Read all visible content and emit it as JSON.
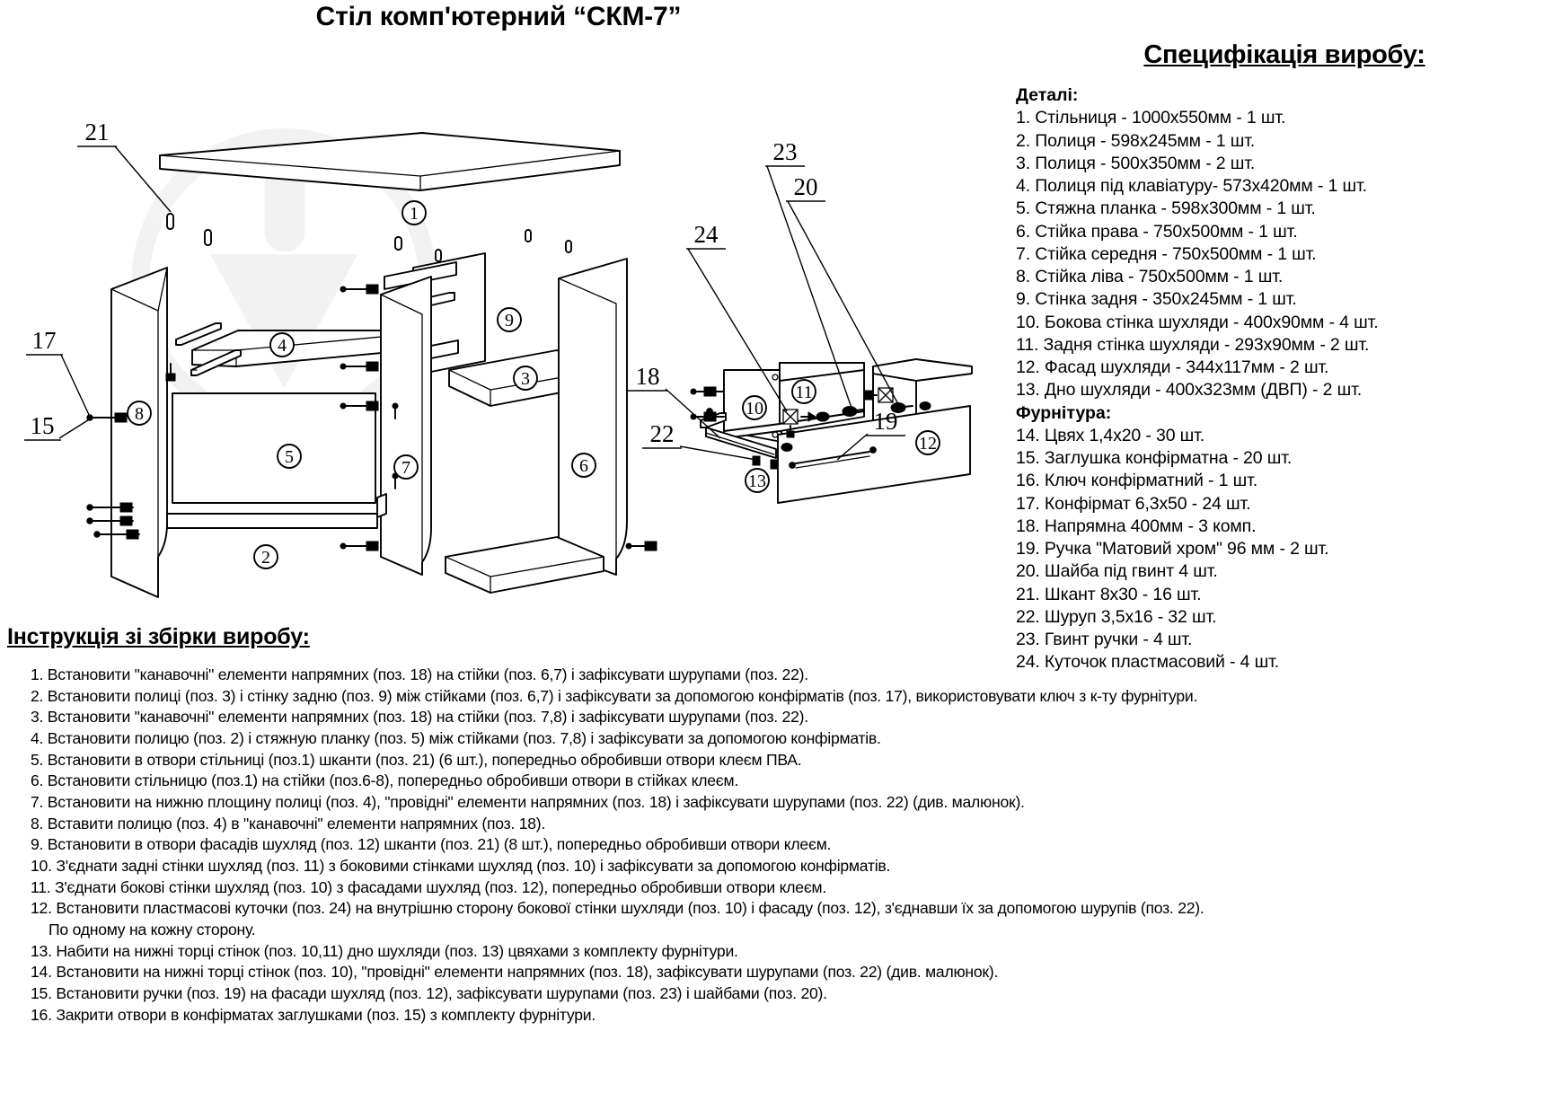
{
  "title": "Стіл комп'ютерний “СКМ-7”",
  "spec": {
    "heading": "Специфікація виробу:",
    "parts_heading": "Деталі:",
    "parts": [
      "1. Стільниця - 1000х550мм - 1 шт.",
      "2. Полиця - 598х245мм - 1 шт.",
      "3. Полиця - 500х350мм - 2 шт.",
      "4. Полиця під клавіатуру- 573х420мм - 1 шт.",
      "5. Стяжна планка - 598х300мм - 1 шт.",
      "6. Стійка права - 750х500мм - 1 шт.",
      "7. Стійка середня - 750х500мм - 1 шт.",
      "8. Стійка ліва - 750х500мм - 1 шт.",
      "9. Стінка задня - 350х245мм - 1 шт.",
      "10. Бокова стінка шухляди - 400х90мм - 4 шт.",
      "11. Задня стінка шухляди - 293х90мм - 2 шт.",
      "12. Фасад шухляди - 344х117мм - 2 шт.",
      "13. Дно шухляди - 400х323мм (ДВП) - 2 шт."
    ],
    "hardware_heading": "Фурнітура:",
    "hardware": [
      "14. Цвях 1,4х20 - 30 шт.",
      "15. Заглушка конфірматна - 20 шт.",
      "16. Ключ конфірматний - 1 шт.",
      "17. Конфірмат 6,3х50 - 24 шт.",
      "18. Напрямна 400мм - 3 комп.",
      "19. Ручка \"Матовий хром\" 96 мм - 2 шт.",
      "20. Шайба під гвинт 4 шт.",
      "21. Шкант 8х30 - 16 шт.",
      "22. Шуруп 3,5х16 - 32 шт.",
      "23. Гвинт ручки - 4 шт.",
      "24. Куточок пластмасовий - 4 шт."
    ]
  },
  "instructions": {
    "heading": "Інструкція зі збірки виробу:",
    "steps": [
      "1. Встановити \"канавочні\" елементи напрямних (поз. 18) на стійки (поз. 6,7) і зафіксувати шурупами (поз. 22).",
      "2. Встановити полиці (поз. 3) і стінку задню (поз. 9) між стійками (поз. 6,7) і зафіксувати за допомогою конфірматів (поз. 17), використовувати ключ з к-ту фурнітури.",
      "3. Встановити \"канавочні\" елементи напрямних (поз. 18) на стійки (поз. 7,8) і зафіксувати шурупами (поз. 22).",
      "4. Встановити полицю (поз. 2) і стяжную планку (поз. 5) між стійками (поз. 7,8) і зафіксувати за допомогою конфірматів.",
      "5. Встановити в отвори стільниці (поз.1) шканти (поз. 21) (6 шт.), попередньо обробивши отвори клеєм ПВА.",
      "6. Встановити стільницю (поз.1) на стійки (поз.6-8), попередньо обробивши отвори в стійках клеєм.",
      "7. Встановити на нижню площину полиці (поз. 4), \"провідні\" елементи напрямних (поз. 18) і зафіксувати шурупами (поз. 22) (див. малюнок).",
      "8. Вставити полицю (поз. 4) в \"канавочні\" елементи напрямних (поз. 18).",
      "9. Встановити в отвори фасадів шухляд (поз. 12) шканти (поз. 21) (8 шт.), попередньо обробивши отвори клеєм.",
      "10. З'єднати задні стінки шухляд (поз. 11) з боковими стінками шухляд (поз. 10) і зафіксувати за допомогою конфірматів.",
      "11. З'єднати бокові стінки шухляд (поз. 10) з фасадами шухляд (поз. 12), попередньо обробивши отвори клеєм.",
      "12. Встановити пластмасові куточки (поз. 24) на внутрішню сторону бокової стінки шухляди (поз. 10) і фасаду (поз. 12), з'єднавши їх за допомогою шурупів (поз. 22).",
      "По одному на кожну сторону.",
      "13. Набити на нижні торці стінок (поз. 10,11) дно шухляди (поз. 13) цвяхами з комплекту фурнітури.",
      "14. Встановити на нижні торці стінок (поз. 10), \"провідні\" елементи напрямних (поз. 18), зафіксувати шурупами (поз. 22) (див. малюнок).",
      "15. Встановити ручки (поз. 19) на фасади шухляд (поз. 12), зафіксувати шурупами (поз. 23) і шайбами (поз. 20).",
      "16. Закрити отвори в конфірматах заглушками (поз. 15) з комплекту фурнітури."
    ]
  },
  "drawing": {
    "balloon_callouts": [
      "1",
      "4",
      "9",
      "3",
      "8",
      "5",
      "7",
      "6",
      "2",
      "10",
      "11",
      "12",
      "13"
    ],
    "leader_callouts": [
      "21",
      "17",
      "15",
      "23",
      "20",
      "24",
      "18",
      "22",
      "19"
    ]
  }
}
